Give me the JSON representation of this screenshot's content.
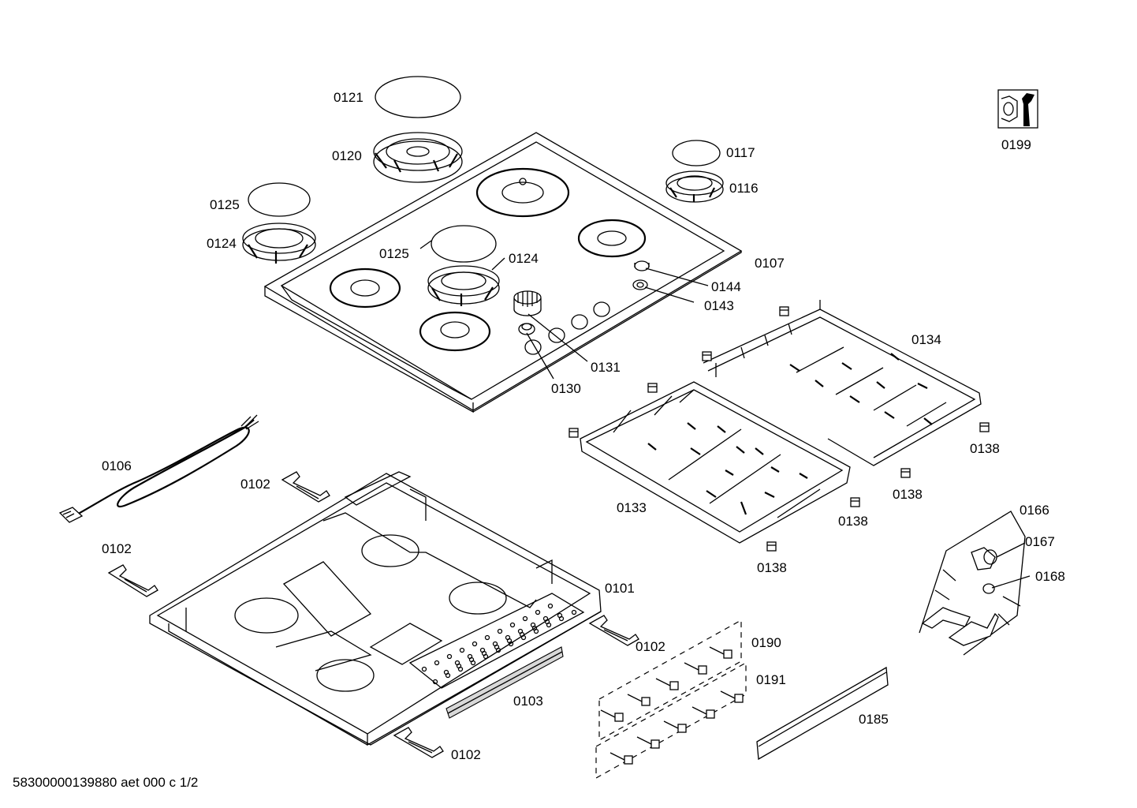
{
  "diagram": {
    "document_code": "58300000139880 aet 000 c 1/2",
    "labels": [
      {
        "id": "p0121",
        "text": "0121"
      },
      {
        "id": "p0120",
        "text": "0120"
      },
      {
        "id": "p0117",
        "text": "0117"
      },
      {
        "id": "p0116",
        "text": "0116"
      },
      {
        "id": "p0125a",
        "text": "0125"
      },
      {
        "id": "p0124a",
        "text": "0124"
      },
      {
        "id": "p0125b",
        "text": "0125"
      },
      {
        "id": "p0124b",
        "text": "0124"
      },
      {
        "id": "p0107",
        "text": "0107"
      },
      {
        "id": "p0144",
        "text": "0144"
      },
      {
        "id": "p0143",
        "text": "0143"
      },
      {
        "id": "p0131",
        "text": "0131"
      },
      {
        "id": "p0130",
        "text": "0130"
      },
      {
        "id": "p0134",
        "text": "0134"
      },
      {
        "id": "p0199",
        "text": "0199"
      },
      {
        "id": "p0106",
        "text": "0106"
      },
      {
        "id": "p0102a",
        "text": "0102"
      },
      {
        "id": "p0102b",
        "text": "0102"
      },
      {
        "id": "p0101",
        "text": "0101"
      },
      {
        "id": "p0102c",
        "text": "0102"
      },
      {
        "id": "p0102d",
        "text": "0102"
      },
      {
        "id": "p0103",
        "text": "0103"
      },
      {
        "id": "p0133",
        "text": "0133"
      },
      {
        "id": "p0138a",
        "text": "0138"
      },
      {
        "id": "p0138b",
        "text": "0138"
      },
      {
        "id": "p0138c",
        "text": "0138"
      },
      {
        "id": "p0138d",
        "text": "0138"
      },
      {
        "id": "p0166",
        "text": "0166"
      },
      {
        "id": "p0167",
        "text": "0167"
      },
      {
        "id": "p0168",
        "text": "0168"
      },
      {
        "id": "p0190",
        "text": "0190"
      },
      {
        "id": "p0191",
        "text": "0191"
      },
      {
        "id": "p0185",
        "text": "0185"
      }
    ],
    "icons": [
      "wrench-nut-icon"
    ]
  }
}
